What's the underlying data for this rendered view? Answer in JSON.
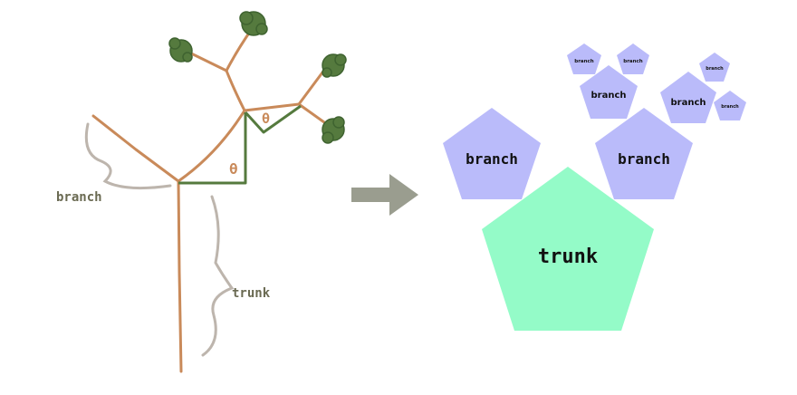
{
  "left": {
    "branch_label": "branch",
    "trunk_label": "trunk",
    "theta_1": "θ",
    "theta_2": "θ"
  },
  "right": {
    "trunk_label": "trunk",
    "branch_labels": [
      "branch",
      "branch",
      "branch",
      "branch",
      "branch",
      "branch",
      "branch",
      "branch"
    ]
  },
  "colors": {
    "trunk_pentagon": "#94fbc8",
    "branch_pentagon": "#babbfa",
    "branch_stroke": "#c98a5a",
    "angle_stroke": "#557a3e",
    "leaf": "#557a3e",
    "brace": "#bdb5ad",
    "arrow": "#9a9d8f",
    "left_label_text": "#6a6a52"
  }
}
